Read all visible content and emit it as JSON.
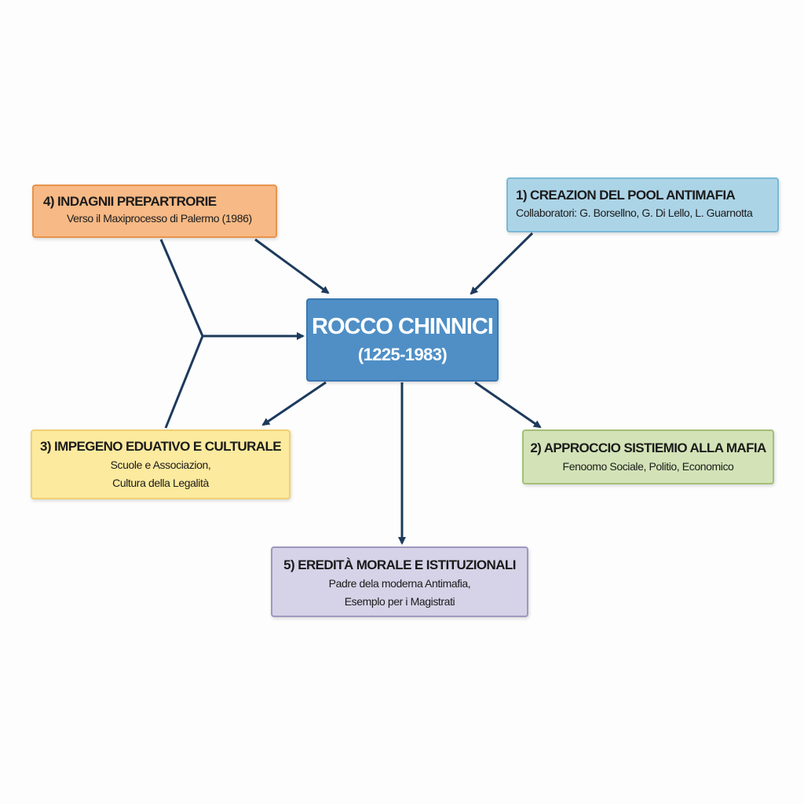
{
  "center": {
    "title": "ROCCO CHINNICI",
    "dates": "(1225-1983)"
  },
  "nodes": {
    "n1": {
      "title": "1) CREAZION DEL POOL ANTIMAFIA",
      "lines": [
        "Collaboratori: G. Borsellno, G. Di Lello, L. Guarnotta"
      ]
    },
    "n2": {
      "title": "2) APPROCCIO SISTIEMIO ALLA MAFIA",
      "lines": [
        "Fenoomo Sociale, Politio, Economico"
      ]
    },
    "n3": {
      "title": "3) IMPEGENO EDUATIVO E CULTURALE",
      "lines": [
        "Scuole e Associazion,",
        "Cultura della Legalità"
      ]
    },
    "n4": {
      "title": "4) INDAGNII PREPARTRORIE",
      "lines": [
        "Verso il Maxiprocesso di Palermo (1986)"
      ]
    },
    "n5": {
      "title": "5) EREDITÀ MORALE E ISTITUZIONALI",
      "lines": [
        "Padre dela moderna Antimafia,",
        "Esemplo per i Magistrati"
      ]
    }
  },
  "colors": {
    "arrow": "#1d3a5c",
    "center": "#4f8fc6",
    "n1": "#acd4e7",
    "n2": "#d3e3b7",
    "n3": "#fcea9e",
    "n4": "#f7b985",
    "n5": "#d6d2e7"
  }
}
